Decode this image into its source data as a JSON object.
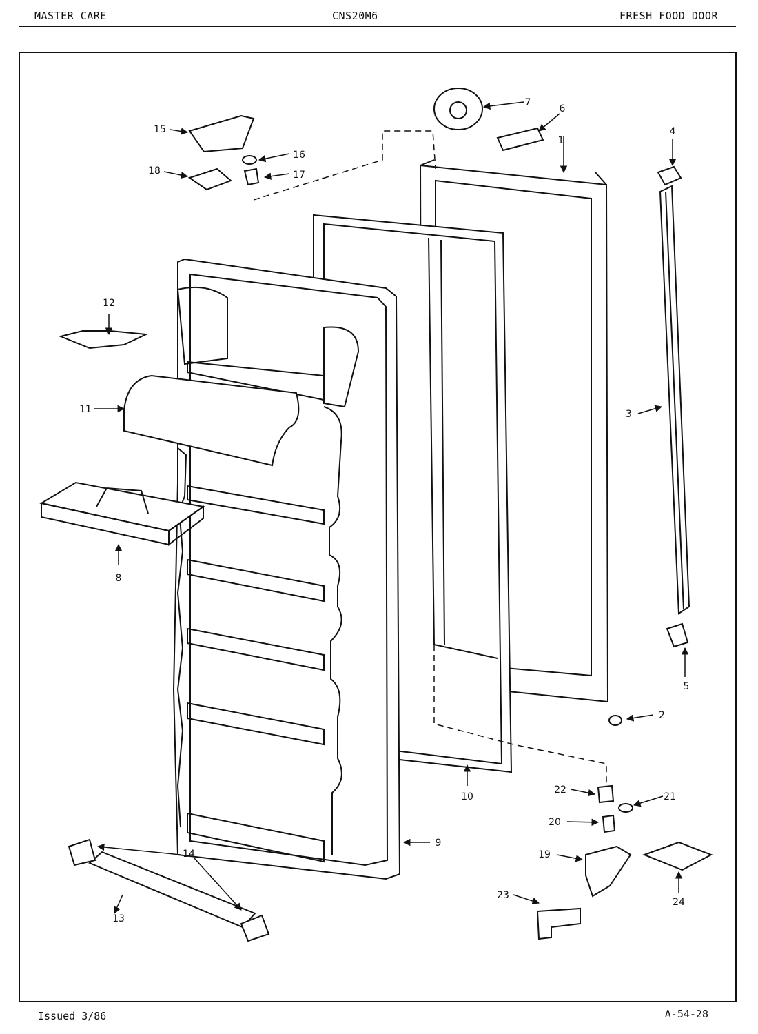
{
  "header": {
    "left": "MASTER CARE",
    "center": "CNS20M6",
    "right": "FRESH FOOD DOOR"
  },
  "footer": {
    "left": "Issued 3/86",
    "right": "A-54-28"
  },
  "callouts": [
    "1",
    "2",
    "3",
    "4",
    "5",
    "6",
    "7",
    "8",
    "9",
    "10",
    "11",
    "12",
    "13",
    "14",
    "15",
    "16",
    "17",
    "18",
    "19",
    "20",
    "21",
    "22",
    "23",
    "24"
  ]
}
